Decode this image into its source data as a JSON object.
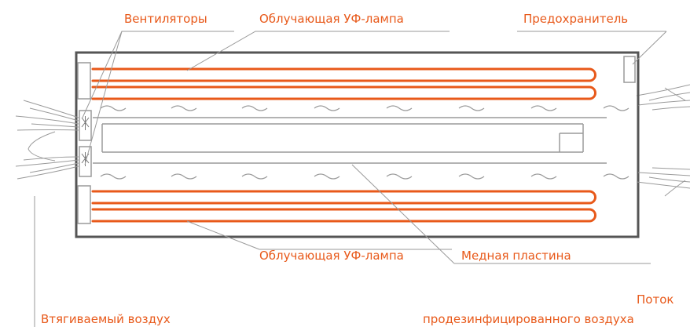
{
  "colors": {
    "accent": "#e8591a",
    "housing": "#555555",
    "line": "#9a9a9a"
  },
  "labels": {
    "fans": "Вентиляторы",
    "uv_lamp_top": "Облучающая УФ-лампа",
    "fuse": "Предохранитель",
    "uv_lamp_bottom": "Облучающая УФ-лампа",
    "copper_plate": "Медная пластина",
    "intake_air": "Втягиваемый воздух",
    "outflow_line1": "Поток",
    "outflow_line2": "продезинфицированного воздуха"
  }
}
